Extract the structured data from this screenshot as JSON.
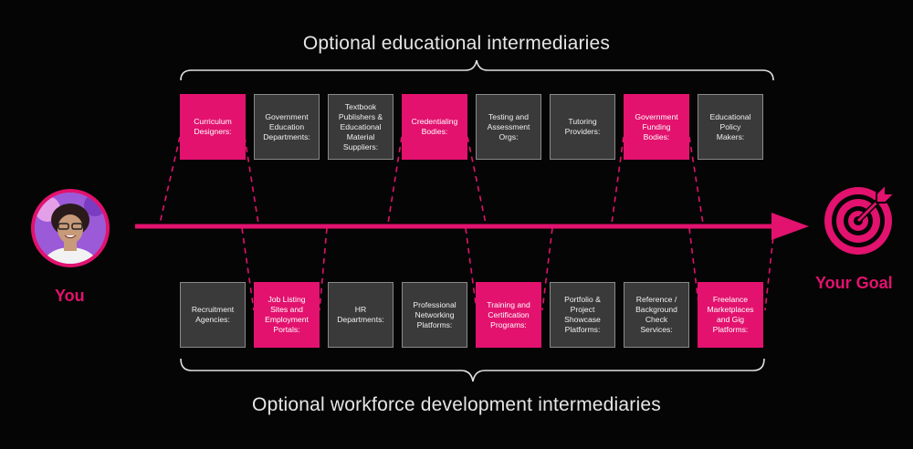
{
  "top_title": "Optional educational intermediaries",
  "bottom_title": "Optional workforce development intermediaries",
  "you_label": "You",
  "goal_label": "Your Goal",
  "colors": {
    "accent": "#e2126e",
    "box_gray": "#3a3a3a",
    "background": "#050505"
  },
  "icons": {
    "avatar": "person-photo",
    "goal": "target-with-arrow-icon"
  },
  "top_boxes": [
    {
      "label": "Curriculum\nDesigners:",
      "style": "pink"
    },
    {
      "label": "Government\nEducation\nDepartments:",
      "style": "gray"
    },
    {
      "label": "Textbook\nPublishers &\nEducational\nMaterial\nSuppliers:",
      "style": "gray"
    },
    {
      "label": "Credentialing\nBodies:",
      "style": "pink"
    },
    {
      "label": "Testing and\nAssessment\nOrgs:",
      "style": "gray"
    },
    {
      "label": "Tutoring\nProviders:",
      "style": "gray"
    },
    {
      "label": "Government\nFunding\nBodies:",
      "style": "pink"
    },
    {
      "label": "Educational\nPolicy\nMakers:",
      "style": "gray"
    }
  ],
  "bottom_boxes": [
    {
      "label": "Recruitment\nAgencies:",
      "style": "gray"
    },
    {
      "label": "Job Listing\nSites and\nEmployment\nPortals:",
      "style": "pink"
    },
    {
      "label": "HR\nDepartments:",
      "style": "gray"
    },
    {
      "label": "Professional\nNetworking\nPlatforms:",
      "style": "gray"
    },
    {
      "label": "Training and\nCertification\nPrograms:",
      "style": "pink"
    },
    {
      "label": "Portfolio &\nProject\nShowcase\nPlatforms:",
      "style": "gray"
    },
    {
      "label": "Reference /\nBackground\nCheck\nServices:",
      "style": "gray"
    },
    {
      "label": "Freelance\nMarketplaces\nand Gig\nPlatforms:",
      "style": "pink"
    }
  ]
}
